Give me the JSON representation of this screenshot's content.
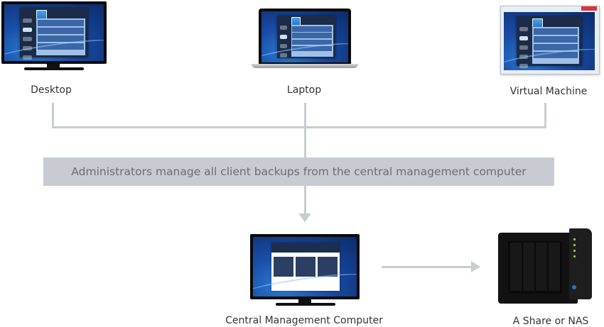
{
  "diagram": {
    "type": "network-topology",
    "clients": [
      {
        "id": "desktop",
        "label": "Desktop"
      },
      {
        "id": "laptop",
        "label": "Laptop"
      },
      {
        "id": "virtual-machine",
        "label": "Virtual Machine"
      }
    ],
    "banner": "Administrators manage all client backups from the central management computer",
    "central": {
      "label": "Central Management Computer"
    },
    "destination": {
      "label": "A Share or NAS"
    },
    "edges": [
      {
        "from": "desktop",
        "to": "central"
      },
      {
        "from": "laptop",
        "to": "central"
      },
      {
        "from": "virtual-machine",
        "to": "central"
      },
      {
        "from": "central",
        "to": "destination"
      }
    ],
    "colors": {
      "connector": "#c8ccd2",
      "banner_text": "#6a6e74",
      "label_text": "#333333"
    }
  }
}
